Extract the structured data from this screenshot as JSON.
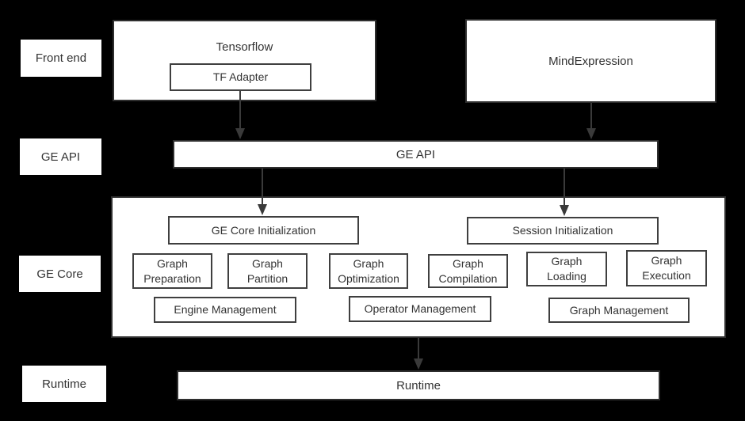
{
  "colors": {
    "background": "#000000",
    "box_fill": "#ffffff",
    "border_outer": "#2e2e2e",
    "border_inner": "#3f3f3f",
    "text": "#333333",
    "arrow": "#3a3a3a"
  },
  "side_labels": {
    "front_end": "Front end",
    "ge_api": "GE API",
    "ge_core": "GE Core",
    "runtime": "Runtime"
  },
  "front_end": {
    "tensorflow": "Tensorflow",
    "tf_adapter": "TF Adapter",
    "mindexpression": "MindExpression"
  },
  "ge_api": {
    "label": "GE API"
  },
  "ge_core": {
    "init": "GE Core Initialization",
    "session": "Session Initialization",
    "stages": [
      {
        "line1": "Graph",
        "line2": "Preparation"
      },
      {
        "line1": "Graph",
        "line2": "Partition"
      },
      {
        "line1": "Graph",
        "line2": "Optimization"
      },
      {
        "line1": "Graph",
        "line2": "Compilation"
      },
      {
        "line1": "Graph",
        "line2": "Loading"
      },
      {
        "line1": "Graph",
        "line2": "Execution"
      }
    ],
    "management": [
      "Engine Management",
      "Operator Management",
      "Graph Management"
    ]
  },
  "runtime": {
    "label": "Runtime"
  }
}
